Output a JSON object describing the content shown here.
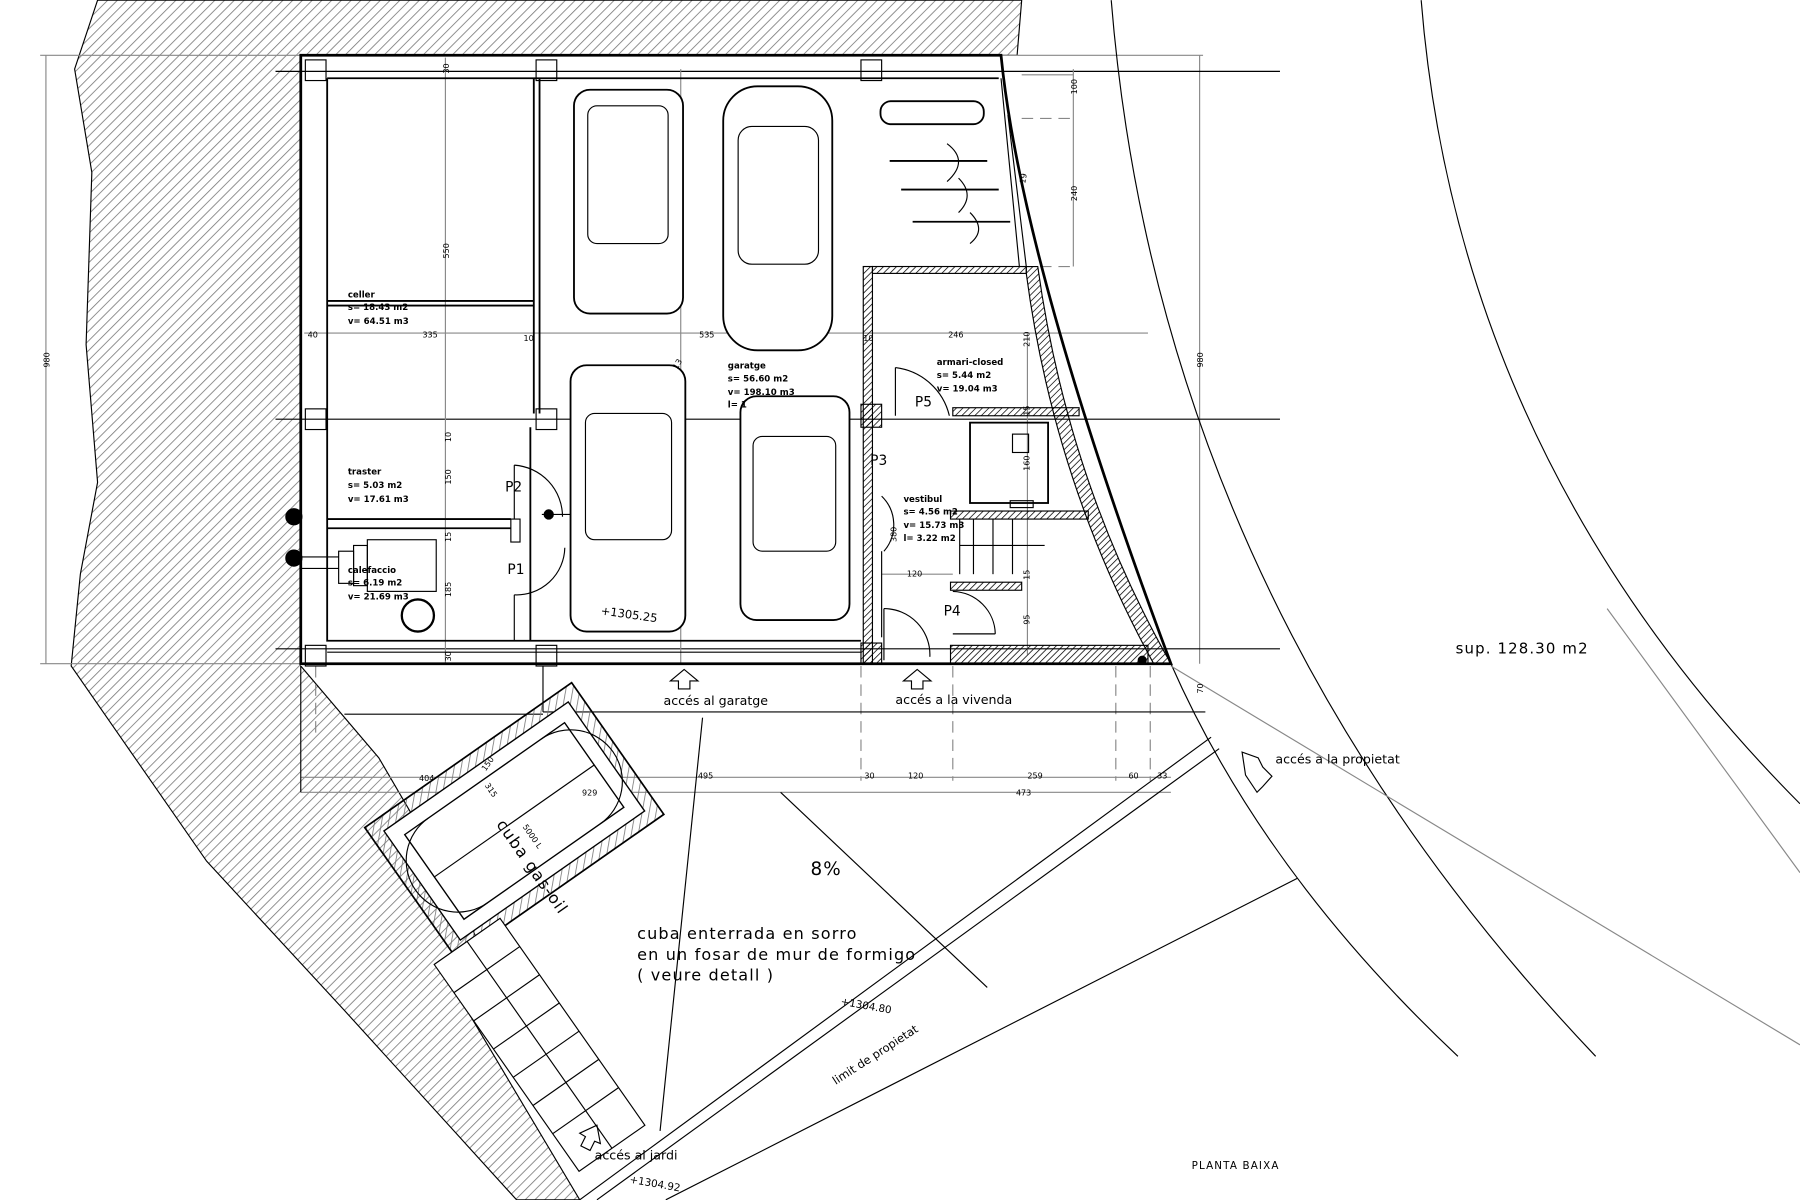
{
  "drawing": {
    "title": "PLANTA BAIXA",
    "surface": "sup. 128.30 m2",
    "colors": {
      "line": "#000000",
      "dimension": "#888888",
      "background": "#ffffff"
    }
  },
  "rooms": [
    {
      "name": "celler",
      "s": "s= 18.43 m2",
      "v": "v= 64.51 m3"
    },
    {
      "name": "traster",
      "s": "s=  5.03 m2",
      "v": "v= 17.61 m3"
    },
    {
      "name": "calefaccio",
      "s": "s= 6.19 m2",
      "v": "v= 21.69 m3"
    },
    {
      "name": "garatge",
      "s": "s= 56.60 m2",
      "v": "v= 198.10 m3",
      "l": "l= 1"
    },
    {
      "name": "armari-closed",
      "s": "s= 5.44 m2",
      "v": "v= 19.04 m3"
    },
    {
      "name": "vestibul",
      "s": "s= 4.56 m2",
      "v": "v= 15.73 m3",
      "l": "l= 3.22 m2"
    }
  ],
  "doors": [
    "P1",
    "P2",
    "P3",
    "P4",
    "P5"
  ],
  "dimensions": [
    "30",
    "550",
    "40",
    "335",
    "10",
    "535",
    "10",
    "246",
    "210",
    "100",
    "240",
    "980",
    "980",
    "10",
    "150",
    "15",
    "185",
    "30",
    "380",
    "120",
    "160",
    "15",
    "95",
    "15",
    "70",
    "404",
    "929",
    "495",
    "30",
    "120",
    "259",
    "60",
    "33",
    "473",
    "150",
    "315",
    "5000 L",
    "13",
    "19"
  ],
  "levels": [
    "+1305.25",
    "+1304.80",
    "+1304.92"
  ],
  "annotations": {
    "garage_access": "accés al garatge",
    "house_access": "accés a la vivenda",
    "property_access": "accés a la propietat",
    "garden_access": "accés al jardi",
    "property_limit": "limit de propietat",
    "slope": "8%",
    "tank": "cuba gas-oil",
    "note_lines": [
      "cuba enterrada en sorro",
      "en un fosar de mur de formigo",
      "( veure detall )"
    ]
  }
}
